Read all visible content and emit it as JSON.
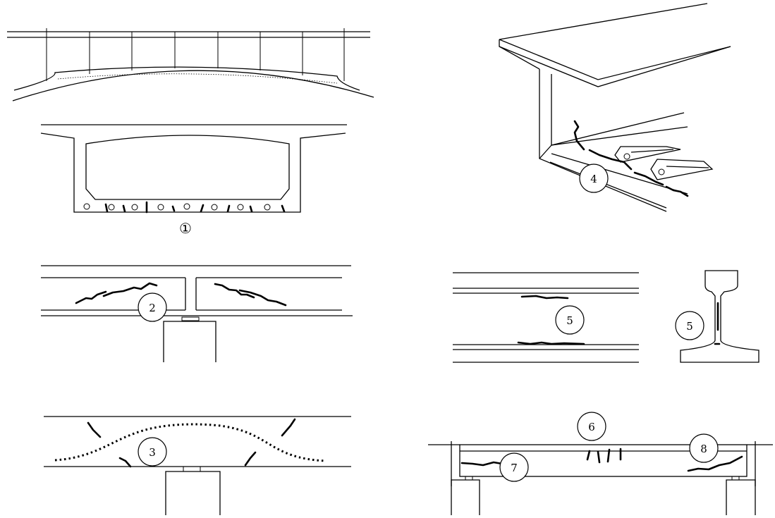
{
  "markers": [
    "①",
    "2",
    "3",
    "4",
    "5",
    "5",
    "6",
    "7",
    "8"
  ]
}
